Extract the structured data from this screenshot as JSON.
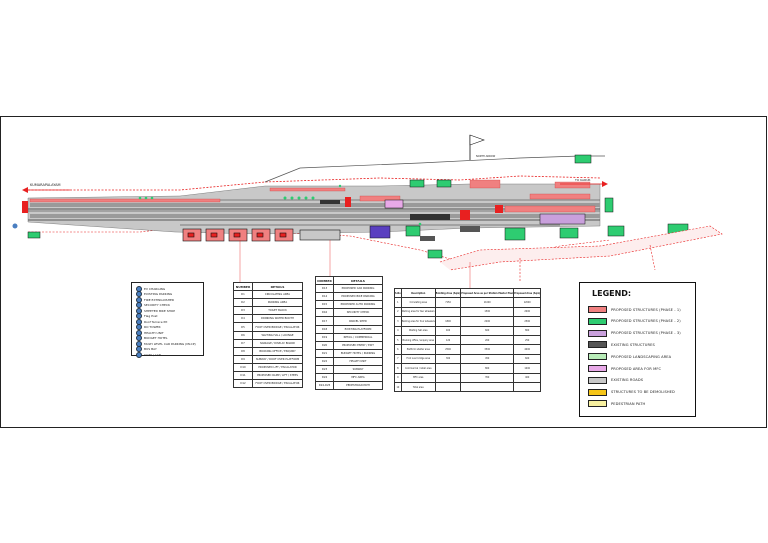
{
  "colors": {
    "phase1": "#f08080",
    "phase2": "#2ecc71",
    "phase3": "#c9a0dc",
    "existing_structures": "#555555",
    "landscaping": "#b8ecb8",
    "mfc": "#e8a9e8",
    "existing_roads": "#c8c8c8",
    "demolish": "#f5c518",
    "pedestrian": "#f7f0a0",
    "track_red": "#e82020",
    "platform_gray": "#b5b5b5"
  },
  "plan": {
    "left_label": "KUMARAPALAYAM",
    "north_note": "NORTH ARROW",
    "road_label_right": "TO KARUR"
  },
  "legend": {
    "title": "LEGEND:",
    "items": [
      {
        "label": "PROPOSED STRUCTURES (PHASE - 1)",
        "color": "#f08080"
      },
      {
        "label": "PROPOSED STRUCTURES (PHASE - 2)",
        "color": "#2ecc71"
      },
      {
        "label": "PROPOSED STRUCTURES (PHASE - 3)",
        "color": "#c9a0dc"
      },
      {
        "label": "EXISTING STRUCTURES",
        "color": "#555555"
      },
      {
        "label": "PROPOSED LANDSCAPING AREA",
        "color": "#b8ecb8"
      },
      {
        "label": "PROPOSED AREA FOR MFC",
        "color": "#e8a9e8"
      },
      {
        "label": "EXISTING ROADS",
        "color": "#c8c8c8"
      },
      {
        "label": "STRUCTURES TO BE DEMOLISHED",
        "color": "#f5c518"
      },
      {
        "label": "PEDESTRIAN PATH",
        "color": "#f7f0a0"
      }
    ]
  },
  "amenities": {
    "items": [
      "EV CHARGING",
      "EXISTING PARKING",
      "FIRE EXTINGUISHER",
      "SECURITY CHECK",
      "SHEETED BIKE SHOP",
      "Flag Post",
      "Roof Terrace Pit",
      "RO TOWER",
      "HEALTH UNIT",
      "BUDGET HOTEL",
      "MULTI LEVEL CAR PARKING (MLCP)",
      "BUS BAY",
      "CCTV / LCD"
    ]
  },
  "table1": {
    "headers": [
      "NUMBER",
      "DETAILS"
    ],
    "rows": [
      [
        "D1",
        "CIRCULATING AREA"
      ],
      [
        "D2",
        "PARKING AREA"
      ],
      [
        "D3",
        "TOILET BLOCK"
      ],
      [
        "D4",
        "DRINKING WATER BOOTH"
      ],
      [
        "D5",
        "FOOT OVER BRIDGE / ESCALATOR"
      ],
      [
        "D6",
        "WAITING HALL / LOUNGE"
      ],
      [
        "D7",
        "SIGNAGE / DISPLAY BOARD"
      ],
      [
        "D8",
        "BOOKING OFFICE / ENQUIRY"
      ],
      [
        "D9",
        "SUBWAY / ROOF OVER PLATFORM"
      ],
      [
        "D10",
        "PROPOSED LIFT / ESCALATOR"
      ],
      [
        "D11",
        "PROPOSED RAMP / LIFT / STEPS"
      ],
      [
        "D12",
        "FOOT OVER BRIDGE / ESCALATOR"
      ]
    ]
  },
  "table2": {
    "headers": [
      "NUMBER",
      "DETAILS"
    ],
    "rows": [
      [
        "D13",
        "PROPOSED CAR PARKING"
      ],
      [
        "D14",
        "PROPOSED BIKE PARKING"
      ],
      [
        "D15",
        "PROPOSED AUTO PARKING"
      ],
      [
        "D16",
        "SECURITY CHECK"
      ],
      [
        "D17",
        "PARCEL SHED"
      ],
      [
        "D18",
        "EXISTING PLATFORM"
      ],
      [
        "D19",
        "RETAIL / COMMERCIAL"
      ],
      [
        "D20",
        "PROPOSED ENTRY / EXIT"
      ],
      [
        "D21",
        "BUDGET HOTEL / PARKING"
      ],
      [
        "D22",
        "HEALTH UNIT"
      ],
      [
        "D23",
        "SUBWAY"
      ],
      [
        "D24",
        "MFC AREA"
      ],
      [
        "D24-D25",
        "PEDESTRIAN PATH"
      ]
    ]
  },
  "area_table": {
    "headers": [
      "S.No",
      "Description",
      "Existing Area (Sqm)",
      "Proposed Area as per Station Master Plan",
      "Proposed Area (Sqm)"
    ],
    "rows": [
      [
        "1",
        "Circulating area",
        "7150",
        "11000",
        "12000"
      ],
      [
        "2",
        "Parking area for two wheelers",
        "",
        "1500",
        "2000"
      ],
      [
        "3",
        "Parking area for four wheelers",
        "1800",
        "2200",
        "2500"
      ],
      [
        "4",
        "Waiting hall area",
        "400",
        "600",
        "800"
      ],
      [
        "5",
        "Booking office / enquiry area",
        "120",
        "200",
        "250"
      ],
      [
        "6",
        "Platform shelter area",
        "2500",
        "3500",
        "4000"
      ],
      [
        "7",
        "Foot over bridge area",
        "300",
        "450",
        "600"
      ],
      [
        "8",
        "Commercial / retail area",
        "",
        "800",
        "1000"
      ],
      [
        "9",
        "MFC area",
        "",
        "350",
        "400"
      ],
      [
        "10",
        "Total area",
        "",
        "",
        ""
      ]
    ]
  }
}
